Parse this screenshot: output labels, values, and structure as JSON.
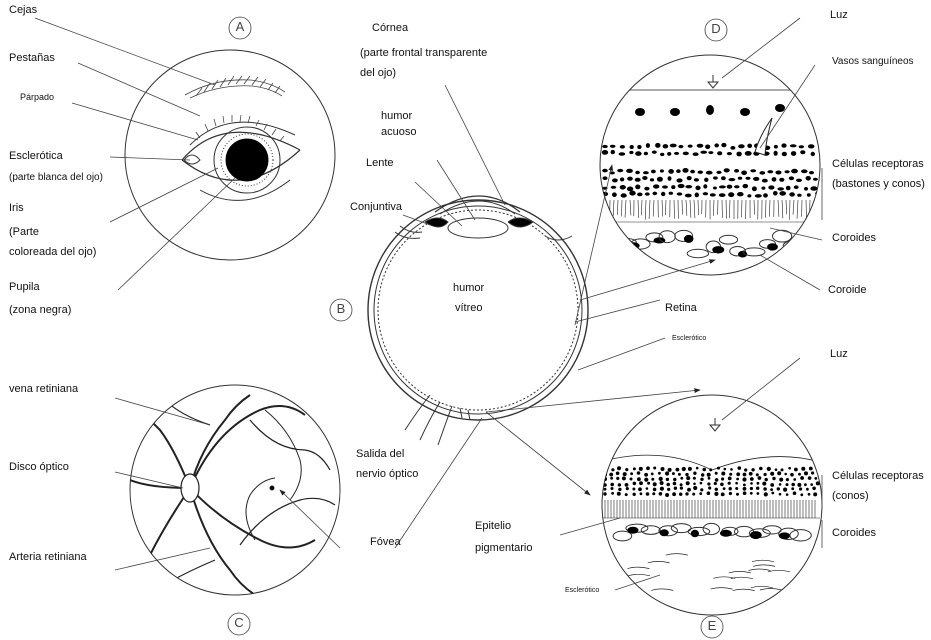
{
  "panels": {
    "a": "A",
    "b": "B",
    "c": "C",
    "d": "D",
    "e": "E"
  },
  "labels": {
    "cejas": "Cejas",
    "pestanas": "Pestañas",
    "parpado": "Párpado",
    "esclerotica_title": "Esclerótica",
    "esclerotica_desc": "(parte blanca del ojo)",
    "iris_title": "Iris",
    "iris_desc_1": "(Parte",
    "iris_desc_2": "coloreada del ojo)",
    "pupila_title": "Pupila",
    "pupila_desc": "(zona negra)",
    "cornea_title": "Córnea",
    "cornea_desc_1": "(parte frontal transparente",
    "cornea_desc_2": "del ojo)",
    "humor_acuoso_1": "humor",
    "humor_acuoso_2": "acuoso",
    "lente": "Lente",
    "conjuntiva": "Conjuntiva",
    "humor_vitreo_1": "humor",
    "humor_vitreo_2": "vítreo",
    "retina": "Retina",
    "esclerotico_b": "Esclerótico",
    "salida_1": "Salida del",
    "salida_2": "nervio óptico",
    "fovea": "Fóvea",
    "vena": "vena retiniana",
    "disco": "Disco óptico",
    "arteria": "Arteria retiniana",
    "luz_d": "Luz",
    "vasos": "Vasos sanguíneos",
    "receptoras_d_1": "Células receptoras",
    "receptoras_d_2": "(bastones y conos)",
    "coroides_d": "Coroides",
    "coroide": "Coroide",
    "luz_e": "Luz",
    "receptoras_e_1": "Células receptoras",
    "receptoras_e_2": "(conos)",
    "coroides_e": "Coroides",
    "epitelio_1": "Epitelio",
    "epitelio_2": "pigmentario",
    "esclerotico_e": "Esclerótico"
  }
}
